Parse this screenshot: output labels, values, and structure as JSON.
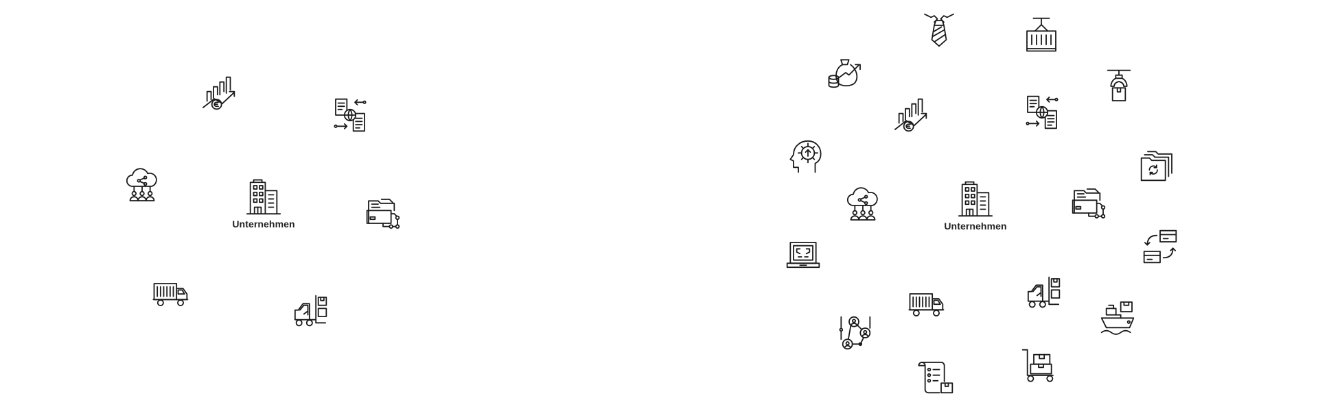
{
  "colors": {
    "stroke": "#1a1a1a",
    "background": "#ffffff",
    "label": "#222222"
  },
  "center": {
    "label": "Unternehmen",
    "icon": "office-building-icon"
  },
  "clusters": [
    {
      "id": "left",
      "icons": [
        "revenue-growth-euro-icon",
        "global-document-exchange-icon",
        "cloud-team-network-icon",
        "document-folder-network-icon",
        "cargo-truck-icon",
        "forklift-box-icon"
      ]
    },
    {
      "id": "right",
      "icons": [
        "necktie-icon",
        "shipping-container-crane-icon",
        "money-bag-growth-icon",
        "crane-hook-box-icon",
        "revenue-growth-euro-icon",
        "global-document-exchange-icon",
        "mind-upload-icon",
        "folder-sync-icon",
        "cloud-team-network-icon",
        "document-folder-network-icon",
        "payment-card-transfer-icon",
        "laptop-code-icon",
        "forklift-box-icon",
        "cargo-truck-icon",
        "cargo-ship-icon",
        "people-network-icon",
        "delivery-checklist-icon",
        "hand-trolley-box-icon"
      ]
    }
  ]
}
